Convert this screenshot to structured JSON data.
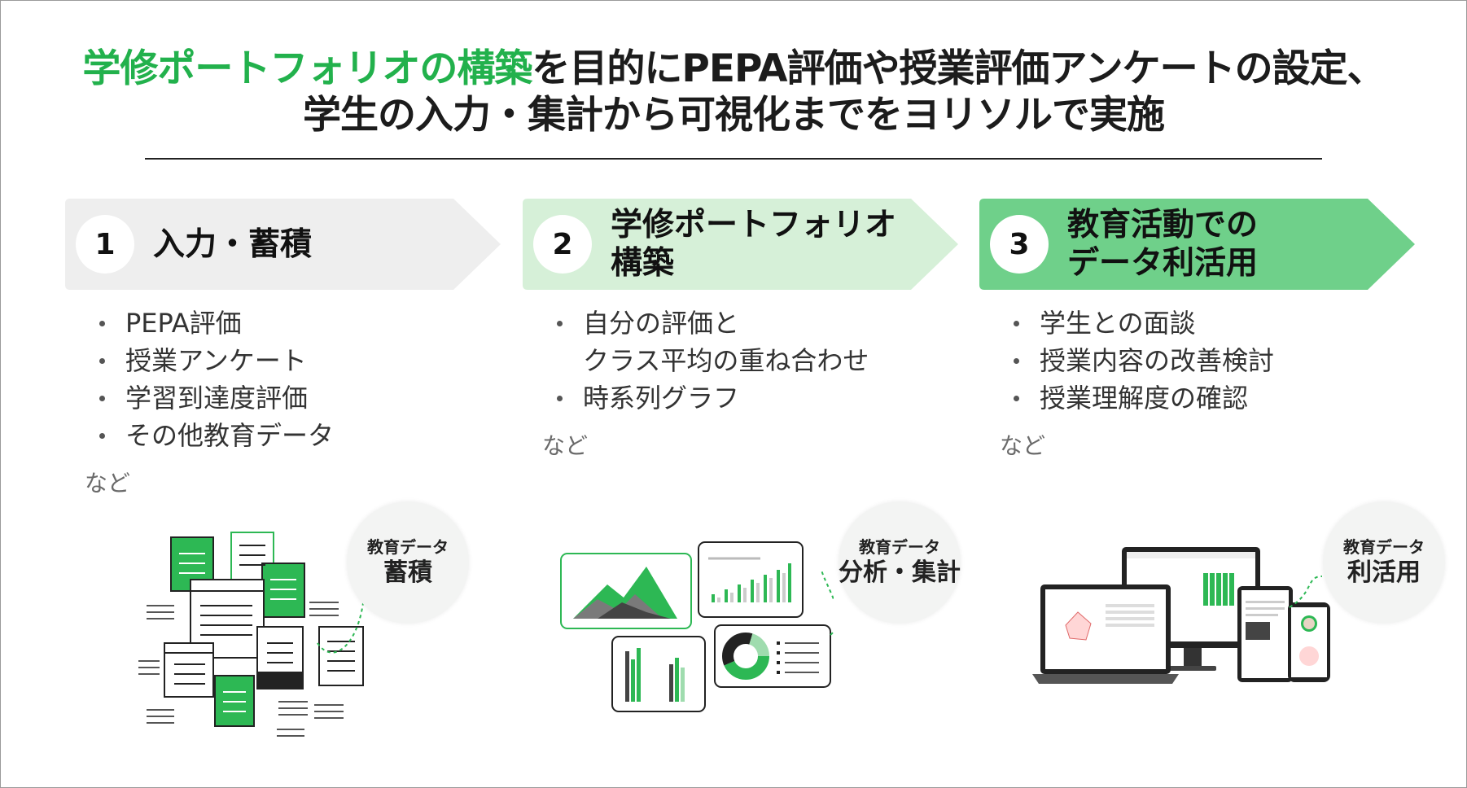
{
  "headline": {
    "highlight": "学修ポートフォリオの構築",
    "line1_rest": "を目的にPEPA評価や授業評価アンケートの設定、",
    "line2": "学生の入力・集計から可視化までをヨリソルで実施"
  },
  "colors": {
    "accent": "#22b14c",
    "step1_banner": "#eeeeee",
    "step2_banner": "#d6f0d8",
    "step3_banner": "#6fd08a"
  },
  "steps": [
    {
      "number": "1",
      "title": "入力・蓄積",
      "items": [
        "PEPA評価",
        "授業アンケート",
        "学習到達度評価",
        "その他教育データ"
      ],
      "etc": "など",
      "badge_top": "教育データ",
      "badge_main": "蓄積"
    },
    {
      "number": "2",
      "title": "学修ポートフォリオ\n構築",
      "items": [
        "自分の評価と\nクラス平均の重ね合わせ",
        "時系列グラフ"
      ],
      "etc": "など",
      "badge_top": "教育データ",
      "badge_main": "分析・集計"
    },
    {
      "number": "3",
      "title": "教育活動での\nデータ利活用",
      "items": [
        "学生との面談",
        "授業内容の改善検討",
        "授業理解度の確認"
      ],
      "etc": "など",
      "badge_top": "教育データ",
      "badge_main": "利活用"
    }
  ],
  "icons": {
    "step1_illustration": "documents-stack-icon",
    "step2_illustration": "charts-collage-icon",
    "step3_illustration": "devices-dashboard-icon"
  }
}
